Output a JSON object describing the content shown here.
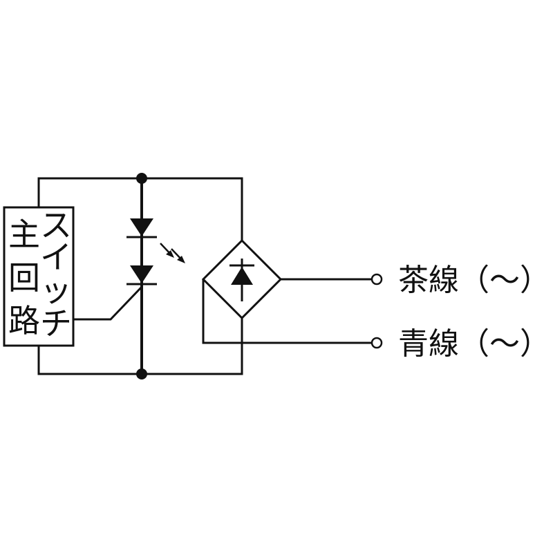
{
  "box_label_left": [
    "主",
    "回",
    "路"
  ],
  "box_label_right": [
    "ス",
    "イ",
    "ッ",
    "チ"
  ],
  "terminals": [
    {
      "label": "茶線（～）"
    },
    {
      "label": "青線（～）"
    }
  ],
  "colors": {
    "line": "#111111",
    "background": "#ffffff"
  }
}
